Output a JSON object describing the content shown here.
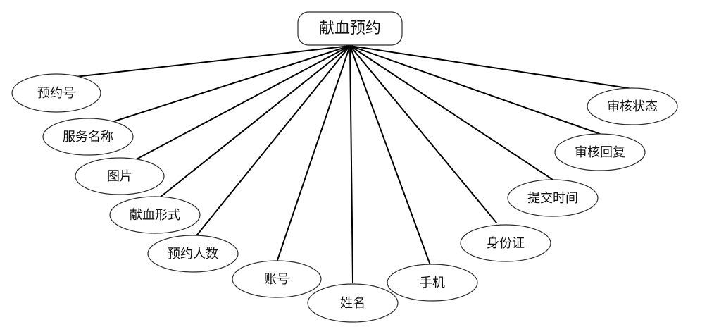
{
  "entity": {
    "label": "献血预约"
  },
  "attributes": [
    {
      "id": "booking-number",
      "label": "预约号"
    },
    {
      "id": "service-name",
      "label": "服务名称"
    },
    {
      "id": "image",
      "label": "图片"
    },
    {
      "id": "donation-form",
      "label": "献血形式"
    },
    {
      "id": "booking-count",
      "label": "预约人数"
    },
    {
      "id": "account",
      "label": "账号"
    },
    {
      "id": "name",
      "label": "姓名"
    },
    {
      "id": "phone",
      "label": "手机"
    },
    {
      "id": "id-card",
      "label": "身份证"
    },
    {
      "id": "submit-time",
      "label": "提交时间"
    },
    {
      "id": "review-reply",
      "label": "审核回复"
    },
    {
      "id": "review-status",
      "label": "审核状态"
    }
  ]
}
